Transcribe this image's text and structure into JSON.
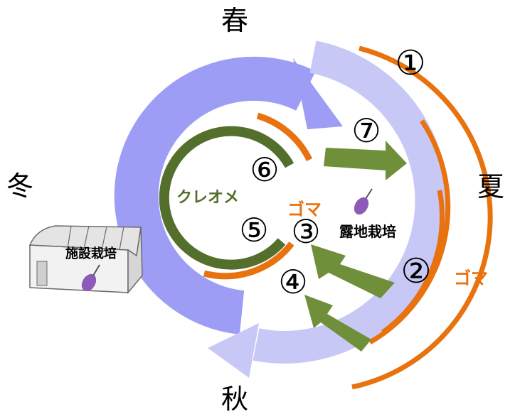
{
  "seasons": {
    "spring": "春",
    "summer": "夏",
    "autumn": "秋",
    "winter": "冬"
  },
  "labels": {
    "cleome": "クレオメ",
    "goma_inner": "ゴマ",
    "goma_outer": "ゴマ",
    "open_field": "露地栽培",
    "greenhouse": "施設栽培"
  },
  "markers": {
    "m1": "①",
    "m2": "②",
    "m3": "③",
    "m4": "④",
    "m5": "⑤",
    "m6": "⑥",
    "m7": "⑦"
  },
  "colors": {
    "outer_cycle": "#9d9df5",
    "light_cycle": "#c8c8f7",
    "sesame_orange": "#e8720e",
    "cleome_green": "#546e2c",
    "arrow_green": "#6f8f3a",
    "eggplant": "#8e5ab8"
  },
  "icons": {
    "greenhouse": "greenhouse-icon",
    "eggplant": "eggplant-icon"
  }
}
